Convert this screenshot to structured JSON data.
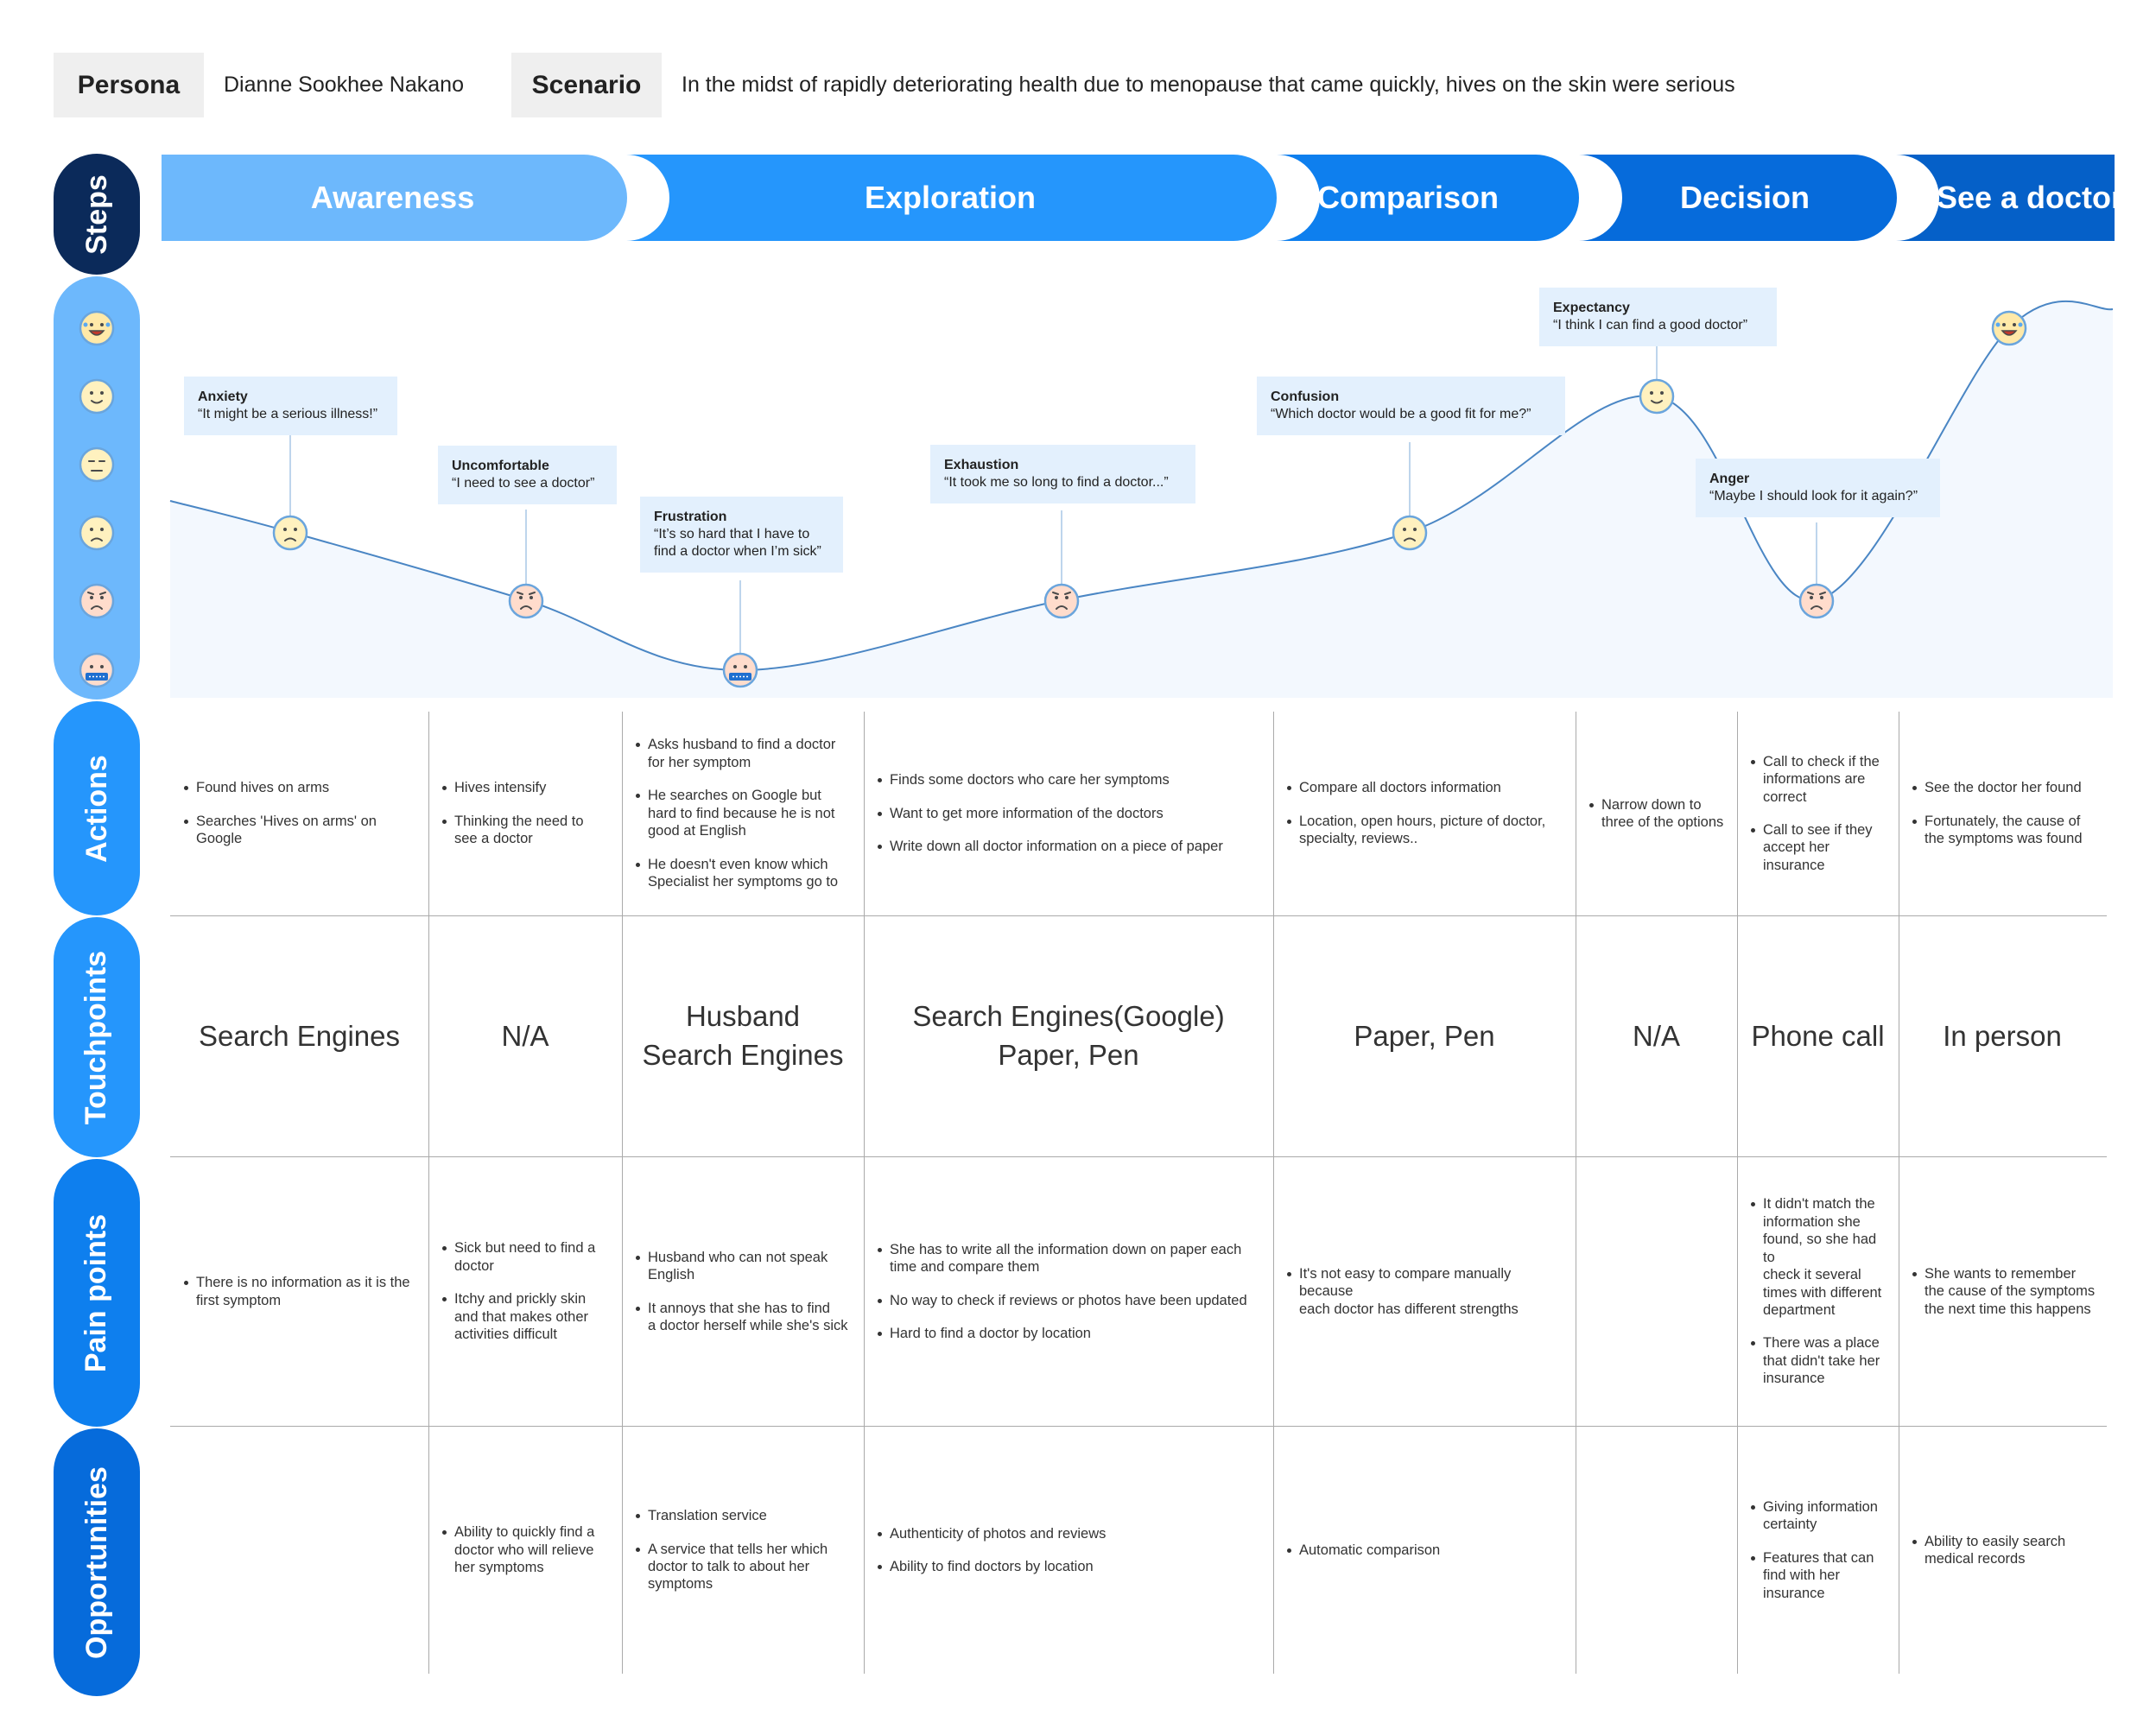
{
  "header": {
    "persona_label": "Persona",
    "persona_value": "Dianne Sookhee Nakano",
    "scenario_label": "Scenario",
    "scenario_value": "In the midst of rapidly deteriorating health due to menopause that came quickly, hives on the skin were serious"
  },
  "row_labels": {
    "steps": "Steps",
    "actions": "Actions",
    "touchpoints": "Touchpoints",
    "pain_points": "Pain points",
    "opportunities": "Opportunities"
  },
  "steps": [
    "Awareness",
    "Exploration",
    "Comparison",
    "Decision",
    "See a doctor"
  ],
  "colors": {
    "steps": [
      "#6db8fc",
      "#2596fc",
      "#0e7fee",
      "#066bdb",
      "#0560c8"
    ],
    "tab_steps": "#0b2a5a",
    "tab_emotion": "#6db8fc",
    "tab_actions": "#2596fc",
    "tab_touchpoints": "#2596fc",
    "tab_pain": "#0e7fee",
    "tab_opportunities": "#066bdb",
    "curve": "#4a86c4",
    "area": "#f3f8fe",
    "callout_bg": "#e3f0fd"
  },
  "emotion_scale_icons": [
    "very-happy-face-icon",
    "happy-face-icon",
    "neutral-face-icon",
    "sad-face-icon",
    "upset-face-icon",
    "crying-face-icon"
  ],
  "emotions": [
    {
      "title": "Anxiety",
      "quote": "“It might be a serious illness!”",
      "level": 3
    },
    {
      "title": "Uncomfortable",
      "quote": "“I need to see a doctor”",
      "level": 4
    },
    {
      "title": "Frustration",
      "quote": "“It’s so hard that I have to\nfind a doctor when I’m sick”",
      "level": 5
    },
    {
      "title": "Exhaustion",
      "quote": "“It took me so long to find a doctor...”",
      "level": 4
    },
    {
      "title": "Confusion",
      "quote": "“Which doctor would be a good fit for me?”",
      "level": 3
    },
    {
      "title": "Expectancy",
      "quote": "“I think I can find a good doctor”",
      "level": 1
    },
    {
      "title": "Anger",
      "quote": "“Maybe I should look for it again?”",
      "level": 4
    },
    {
      "title": "",
      "quote": "",
      "level": 0
    }
  ],
  "actions": [
    [
      "Found hives on arms",
      "Searches 'Hives on arms' on Google"
    ],
    [
      "Hives intensify",
      "Thinking the need to\nsee a doctor"
    ],
    [
      "Asks husband to find a doctor\nfor her symptom",
      "He searches on Google but\nhard to find because he is not\ngood at English",
      "He doesn't even know which\nSpecialist her symptoms go to"
    ],
    [
      "Finds some doctors who care her symptoms",
      "Want to get more information of the doctors",
      "Write down all doctor information on a piece of paper"
    ],
    [
      "Compare all doctors information",
      "Location, open hours, picture of doctor,\nspecialty, reviews.."
    ],
    [
      "Narrow down to\nthree of the options"
    ],
    [
      "Call to check if the\ninformations are\ncorrect",
      "Call to see if they\naccept her insurance"
    ],
    [
      "See the doctor her found",
      "Fortunately, the cause of\nthe symptoms was found"
    ]
  ],
  "touchpoints": [
    "Search Engines",
    "N/A",
    "Husband\nSearch Engines",
    "Search Engines(Google)\nPaper, Pen",
    "Paper, Pen",
    "N/A",
    "Phone call",
    "In person"
  ],
  "pain_points": [
    [
      "There is no information as it is the\nfirst symptom"
    ],
    [
      "Sick but need to find a\ndoctor",
      "Itchy and prickly skin\nand that makes other\nactivities difficult"
    ],
    [
      "Husband who can not speak\nEnglish",
      "It annoys that she has to find\na doctor herself while she's sick"
    ],
    [
      "She has to write all the information down on paper each\ntime and compare them",
      "No way to check if reviews or photos have been updated",
      "Hard to find a doctor by location"
    ],
    [
      "It's not easy to compare manually because\neach doctor has different strengths"
    ],
    [],
    [
      "It didn't match the\ninformation she\nfound, so she had to\ncheck it several\ntimes with different\ndepartment",
      "There was a place\nthat didn't take her\ninsurance"
    ],
    [
      "She wants to remember\nthe cause of the symptoms\nthe next time this happens"
    ]
  ],
  "opportunities": [
    [],
    [
      "Ability to quickly find a\ndoctor who will relieve\nher symptoms"
    ],
    [
      "Translation service",
      "A service that tells her which\ndoctor to talk to about her\nsymptoms"
    ],
    [
      "Authenticity of photos and reviews",
      "Ability to find doctors by location"
    ],
    [
      "Automatic comparison"
    ],
    [],
    [
      "Giving information\ncertainty",
      "Features that can\nfind with her\ninsurance"
    ],
    [
      "Ability to easily search\nmedical records"
    ]
  ]
}
